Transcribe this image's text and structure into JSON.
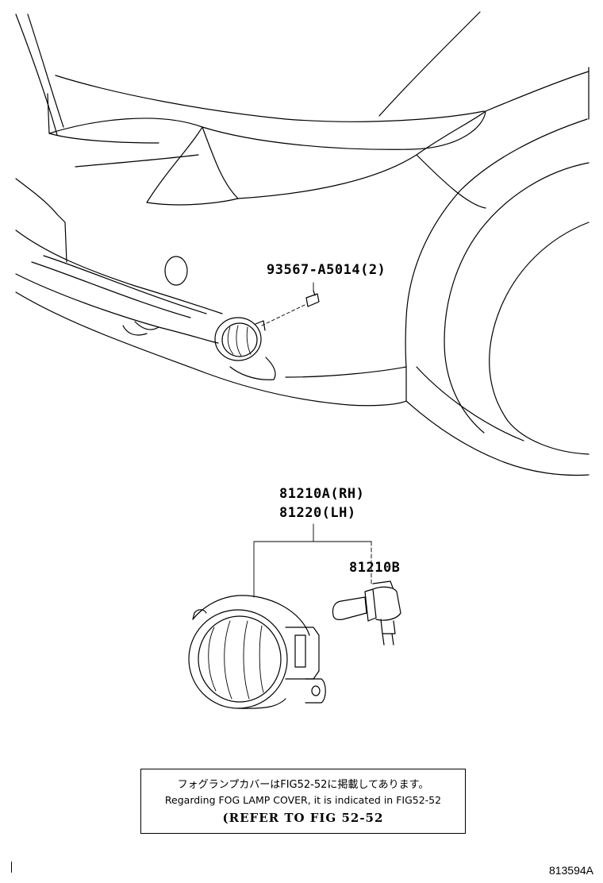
{
  "diagram": {
    "labels": {
      "screw": "93567-A5014(2)",
      "fog_lamp_rh": "81210A(RH)",
      "fog_lamp_lh": "81220(LH)",
      "bulb": "81210B"
    },
    "note": {
      "jp": "フォグランプカバーはFIG52-52に掲載してあります。",
      "en": "Regarding FOG LAMP COVER, it is indicated in FIG52-52",
      "ref": "(REFER TO FIG 52-52"
    },
    "figure_id": "813594A"
  }
}
